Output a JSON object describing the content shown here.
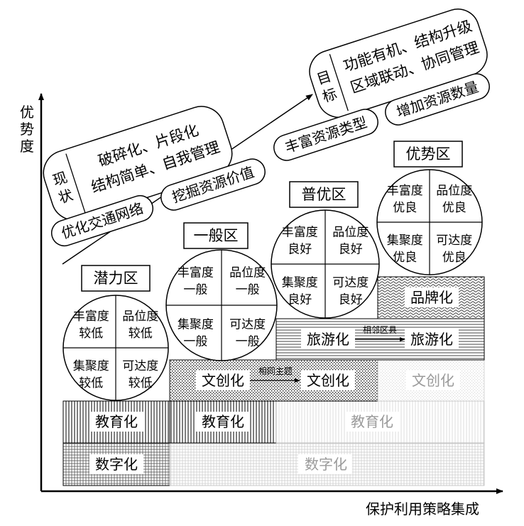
{
  "axes": {
    "y_label": "优势度",
    "x_label": "保护利用策略集成"
  },
  "status_box": {
    "tag": "现状",
    "line1": "破碎化、片段化",
    "line2": "结构简单、自我管理"
  },
  "goal_box": {
    "tag": "目标",
    "line1": "功能有机、结构升级",
    "line2": "区域联动、协同管理"
  },
  "strategies": {
    "s1": "优化交通网络",
    "s2": "挖掘资源价值",
    "s3": "丰富资源类型",
    "s4": "增加资源数量"
  },
  "zones": [
    {
      "title": "潜力区",
      "q1": "丰富度较低",
      "q2": "品位度较低",
      "q3": "集聚度较低",
      "q4": "可达度较低"
    },
    {
      "title": "一般区",
      "q1": "丰富度一般",
      "q2": "品位度一般",
      "q3": "集聚度一般",
      "q4": "可达度一般"
    },
    {
      "title": "普优区",
      "q1": "丰富度良好",
      "q2": "品位度良好",
      "q3": "集聚度良好",
      "q4": "可达度良好"
    },
    {
      "title": "优势区",
      "q1": "丰富度优良",
      "q2": "品位度优良",
      "q3": "集聚度优良",
      "q4": "可达度优良"
    }
  ],
  "layers": {
    "digital": "数字化",
    "education": "教育化",
    "creative": "文创化",
    "tourism": "旅游化",
    "brand": "品牌化"
  },
  "arrow_labels": {
    "same_theme": "相同主题",
    "neighbor_county": "相邻区县"
  }
}
